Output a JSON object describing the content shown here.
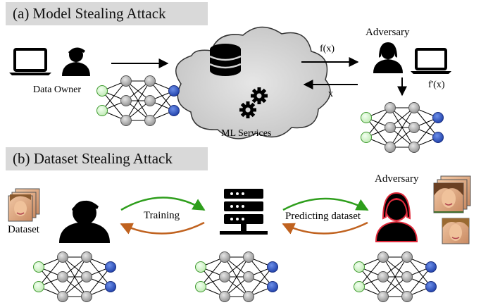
{
  "section_a": {
    "title": "(a) Model Stealing Attack",
    "data_owner_label": "Data Owner",
    "ml_services_label": "ML Services",
    "adversary_label": "Adversary",
    "query_output_label": "f(x)",
    "query_input_label": "x",
    "stolen_model_label": "f'(x)"
  },
  "section_b": {
    "title": "(b) Dataset Stealing Attack",
    "dataset_label": "Dataset",
    "training_label": "Training",
    "predicting_label": "Predicting dataset",
    "adversary_label": "Adversary"
  },
  "colors": {
    "input_node": "#d8f5cf",
    "input_node_border": "#3e9a2e",
    "hidden_node": "#a8a8a8",
    "output_node": "#2f58c9",
    "banner": "#d9d9d9",
    "training_arrow": "#2e9e1c",
    "return_arrow": "#c0621f",
    "adversary_outline": "#e0293a",
    "cloud_fill": "#d4d4d4"
  },
  "icons": [
    "laptop-icon",
    "user-icon",
    "database-icon",
    "gears-icon",
    "server-icon",
    "face-photo-icon"
  ]
}
